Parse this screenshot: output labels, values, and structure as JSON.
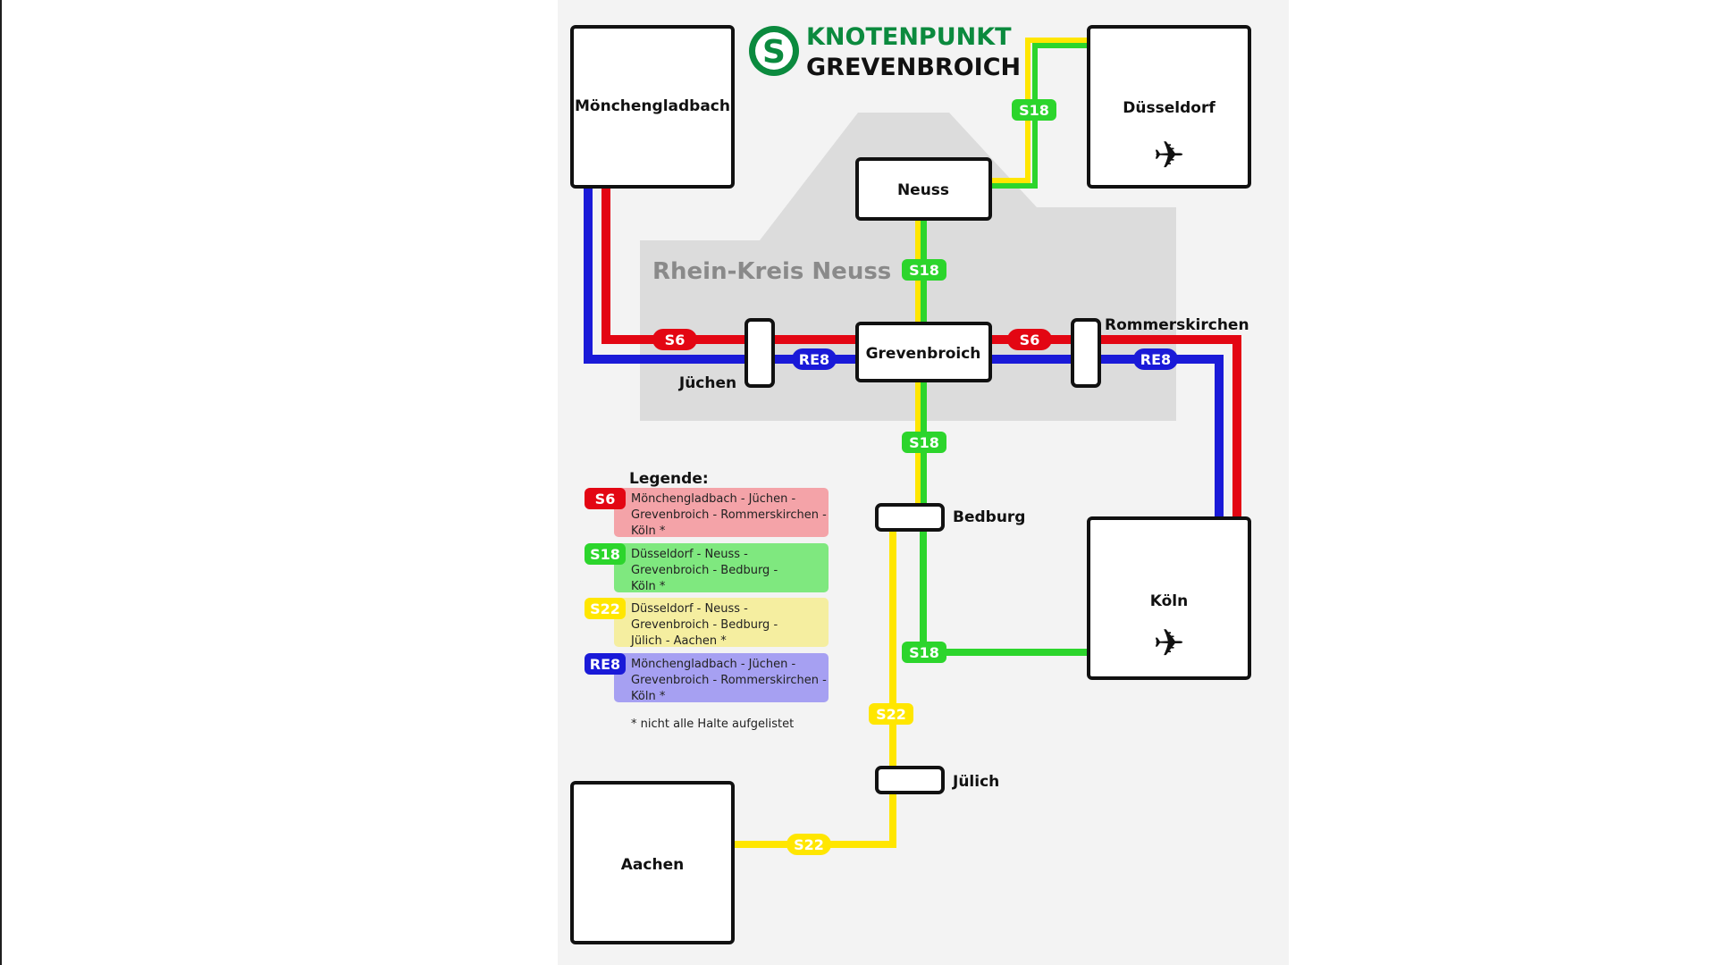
{
  "title": {
    "line1": "KNOTENPUNKT",
    "line2": "GREVENBROICH",
    "logo_letter": "S"
  },
  "colors": {
    "brand_green": "#0b8a3e",
    "s6": "#e30613",
    "s18": "#2cd52c",
    "s22": "#ffe600",
    "re8": "#1a1ad8",
    "region": "#dcdcdc"
  },
  "region": {
    "label": "Rhein-Kreis Neuss"
  },
  "nodes": {
    "moenchengladbach": "Mönchengladbach",
    "duesseldorf": "Düsseldorf",
    "neuss": "Neuss",
    "grevenbroich": "Grevenbroich",
    "juechen": "Jüchen",
    "rommerskirchen": "Rommerskirchen",
    "bedburg": "Bedburg",
    "koeln": "Köln",
    "juelich": "Jülich",
    "aachen": "Aachen"
  },
  "airport_icons": [
    "airplane-icon",
    "airplane-icon"
  ],
  "line_badges": {
    "s6": "S6",
    "s18": "S18",
    "s22": "S22",
    "re8": "RE8"
  },
  "legend": {
    "heading": "Legende:",
    "entries": [
      {
        "line": "S6",
        "lines_text": [
          "Mönchengladbach - Jüchen -",
          "Grevenbroich - Rommerskirchen -",
          "Köln *"
        ]
      },
      {
        "line": "S18",
        "lines_text": [
          "Düsseldorf - Neuss -",
          "Grevenbroich - Bedburg -",
          "Köln *"
        ]
      },
      {
        "line": "S22",
        "lines_text": [
          "Düsseldorf - Neuss -",
          "Grevenbroich - Bedburg -",
          "Jülich - Aachen *"
        ]
      },
      {
        "line": "RE8",
        "lines_text": [
          "Mönchengladbach - Jüchen -",
          "Grevenbroich - Rommerskirchen -",
          "Köln *"
        ]
      }
    ],
    "footnote": "* nicht alle Halte aufgelistet"
  }
}
